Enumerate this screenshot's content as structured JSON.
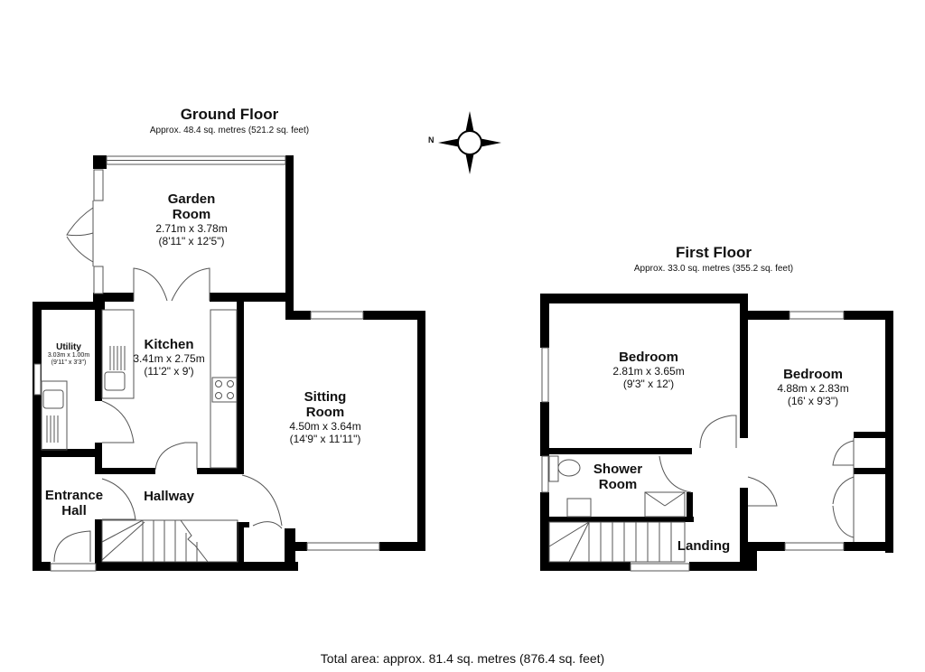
{
  "ground_floor": {
    "title": "Ground Floor",
    "area": "Approx. 48.4 sq. metres (521.2 sq. feet)",
    "rooms": {
      "garden_room": {
        "name_line1": "Garden",
        "name_line2": "Room",
        "metric": "2.71m x 3.78m",
        "imperial": "(8'11\" x 12'5\")"
      },
      "kitchen": {
        "name": "Kitchen",
        "metric": "3.41m x 2.75m",
        "imperial": "(11'2\" x 9')"
      },
      "utility": {
        "name": "Utility",
        "metric": "3.03m x 1.00m",
        "imperial": "(9'11\" x 3'3\")"
      },
      "sitting_room": {
        "name_line1": "Sitting",
        "name_line2": "Room",
        "metric": "4.50m x 3.64m",
        "imperial": "(14'9\" x 11'11\")"
      },
      "entrance_hall": {
        "name_line1": "Entrance",
        "name_line2": "Hall"
      },
      "hallway": {
        "name": "Hallway"
      }
    }
  },
  "first_floor": {
    "title": "First Floor",
    "area": "Approx. 33.0 sq. metres (355.2 sq. feet)",
    "rooms": {
      "bedroom_1": {
        "name": "Bedroom",
        "metric": "2.81m x 3.65m",
        "imperial": "(9'3\" x 12')"
      },
      "bedroom_2": {
        "name": "Bedroom",
        "metric": "4.88m x 2.83m",
        "imperial": "(16' x 9'3\")"
      },
      "shower_room": {
        "name_line1": "Shower",
        "name_line2": "Room"
      },
      "landing": {
        "name": "Landing"
      }
    }
  },
  "compass": {
    "label": "N"
  },
  "total_area": "Total area: approx. 81.4 sq. metres (876.4 sq. feet)"
}
